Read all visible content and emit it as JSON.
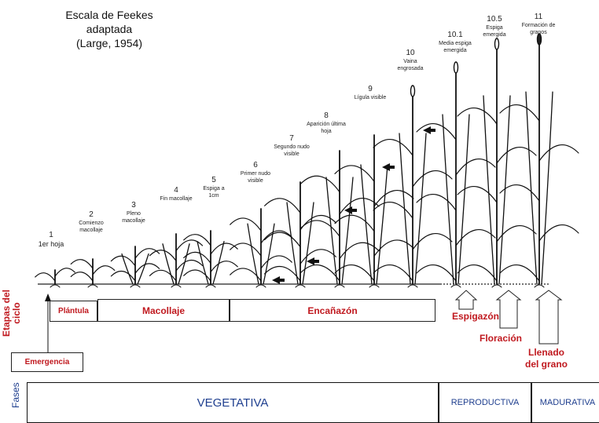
{
  "title": {
    "line1": "Escala de Feekes adaptada",
    "line2": "(Large, 1954)"
  },
  "stages": [
    {
      "num": "1",
      "label": "1er hoja"
    },
    {
      "num": "2",
      "label": "Comienzo macollaje"
    },
    {
      "num": "3",
      "label": "Pleno macollaje"
    },
    {
      "num": "4",
      "label": "Fin macollaje"
    },
    {
      "num": "5",
      "label": "Espiga a 1cm"
    },
    {
      "num": "6",
      "label": "Primer nudo visible"
    },
    {
      "num": "7",
      "label": "Segundo nudo visible"
    },
    {
      "num": "8",
      "label": "Aparición última hoja"
    },
    {
      "num": "9",
      "label": "Lígula visible"
    },
    {
      "num": "10",
      "label": "Vaina engrosada"
    },
    {
      "num": "10.1",
      "label": "Media espiga emergida"
    },
    {
      "num": "10.5",
      "label": "Espiga emergida"
    },
    {
      "num": "11",
      "label": "Formación de granos"
    }
  ],
  "cycle": {
    "axis_label": "Etapas del ciclo",
    "emergencia": "Emergencia",
    "plantula": "Plántula",
    "macollaje": "Macollaje",
    "encanazon": "Encañazón",
    "espigazon": "Espigazón",
    "floracion": "Floración",
    "llenado": "Llenado del grano"
  },
  "phases": {
    "axis_label": "Fases",
    "vegetativa": "VEGETATIVA",
    "reproductiva": "REPRODUCTIVA",
    "madurativa": "MADURATIVA"
  },
  "colors": {
    "accent_red": "#c0191f",
    "phase_blue": "#1f3f8f"
  }
}
